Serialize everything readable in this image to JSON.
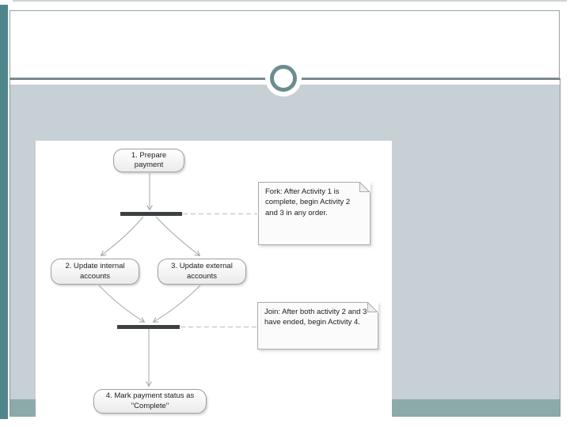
{
  "slide": {
    "type": "presentation-slide",
    "title_text": "",
    "colors": {
      "background": "#ffffff",
      "accent_bar": "#4f868b",
      "content_area": "#c6d0d5",
      "bottom_band": "#8caaaa",
      "slide_border": "#96a2a5",
      "divider_line": "#6f8184",
      "ornament_ring": "#6c8c90"
    }
  },
  "diagram": {
    "kind": "uml-activity-diagram",
    "activities": [
      {
        "id": "activity-1",
        "label": "1. Prepare payment"
      },
      {
        "id": "activity-2",
        "label": "2. Update internal accounts"
      },
      {
        "id": "activity-3",
        "label": "3. Update external accounts"
      },
      {
        "id": "activity-4",
        "label": "4. Mark payment status as \"Complete\""
      }
    ],
    "bars": [
      {
        "id": "fork-bar",
        "role": "fork"
      },
      {
        "id": "join-bar",
        "role": "join"
      }
    ],
    "notes": [
      {
        "id": "note-fork",
        "text": "Fork: After Activity 1 is complete, begin Activity 2 and 3 in any order."
      },
      {
        "id": "note-join",
        "text": "Join: After both activity 2 and 3 have ended, begin Activity 4."
      }
    ],
    "colors": {
      "bar": "#3d4043",
      "connector_line": "#a2aaaa",
      "dashed_line": "#c2c8c8",
      "shape_border": "#9e9e9e",
      "note_border": "#ababab",
      "text": "#222222"
    }
  }
}
